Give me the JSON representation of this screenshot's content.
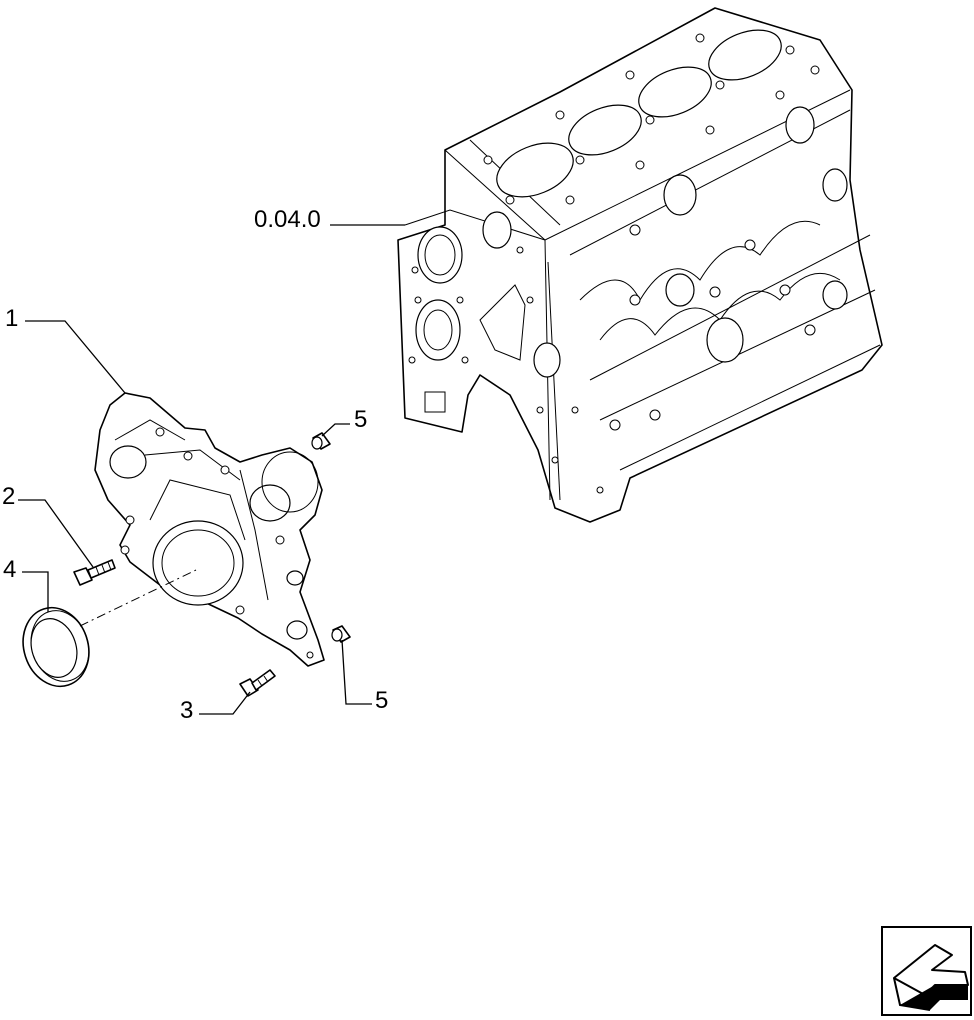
{
  "callouts": {
    "assembly_ref": "0.04.0",
    "part_1": "1",
    "part_2": "2",
    "part_3": "3",
    "part_4": "4",
    "part_5_top": "5",
    "part_5_bottom": "5"
  },
  "icons": {
    "engine_block": "engine-block-icon",
    "front_cover": "timing-cover-icon",
    "bolt": "bolt-icon",
    "oil_seal": "seal-ring-icon",
    "plug": "plug-icon",
    "navigation": "back-arrow-icon"
  },
  "colors": {
    "ink": "#000000",
    "paper": "#ffffff"
  }
}
